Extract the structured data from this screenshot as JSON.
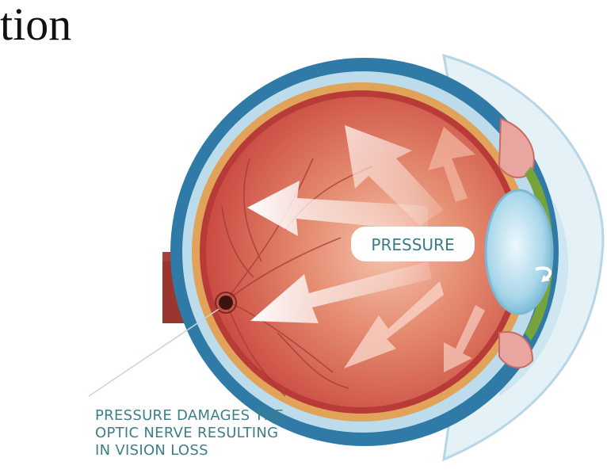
{
  "heading": {
    "text": "tion"
  },
  "diagram": {
    "pressure_label": "PRESSURE",
    "caption_lines": [
      "PRESSURE DAMAGES THE",
      "OPTIC NERVE RESULTING",
      "IN VISION LOSS"
    ],
    "colors": {
      "sclera_outer": "#2f7aa6",
      "choroid": "#e1a25a",
      "retina": "#c24641",
      "vitreous": "#d96a55",
      "optic_nerve": "#9a3630",
      "lens": "#bfe3ef",
      "cornea": "#d9ecf4",
      "arrow": "#ffffff",
      "label_text": "#3a7c85"
    }
  }
}
